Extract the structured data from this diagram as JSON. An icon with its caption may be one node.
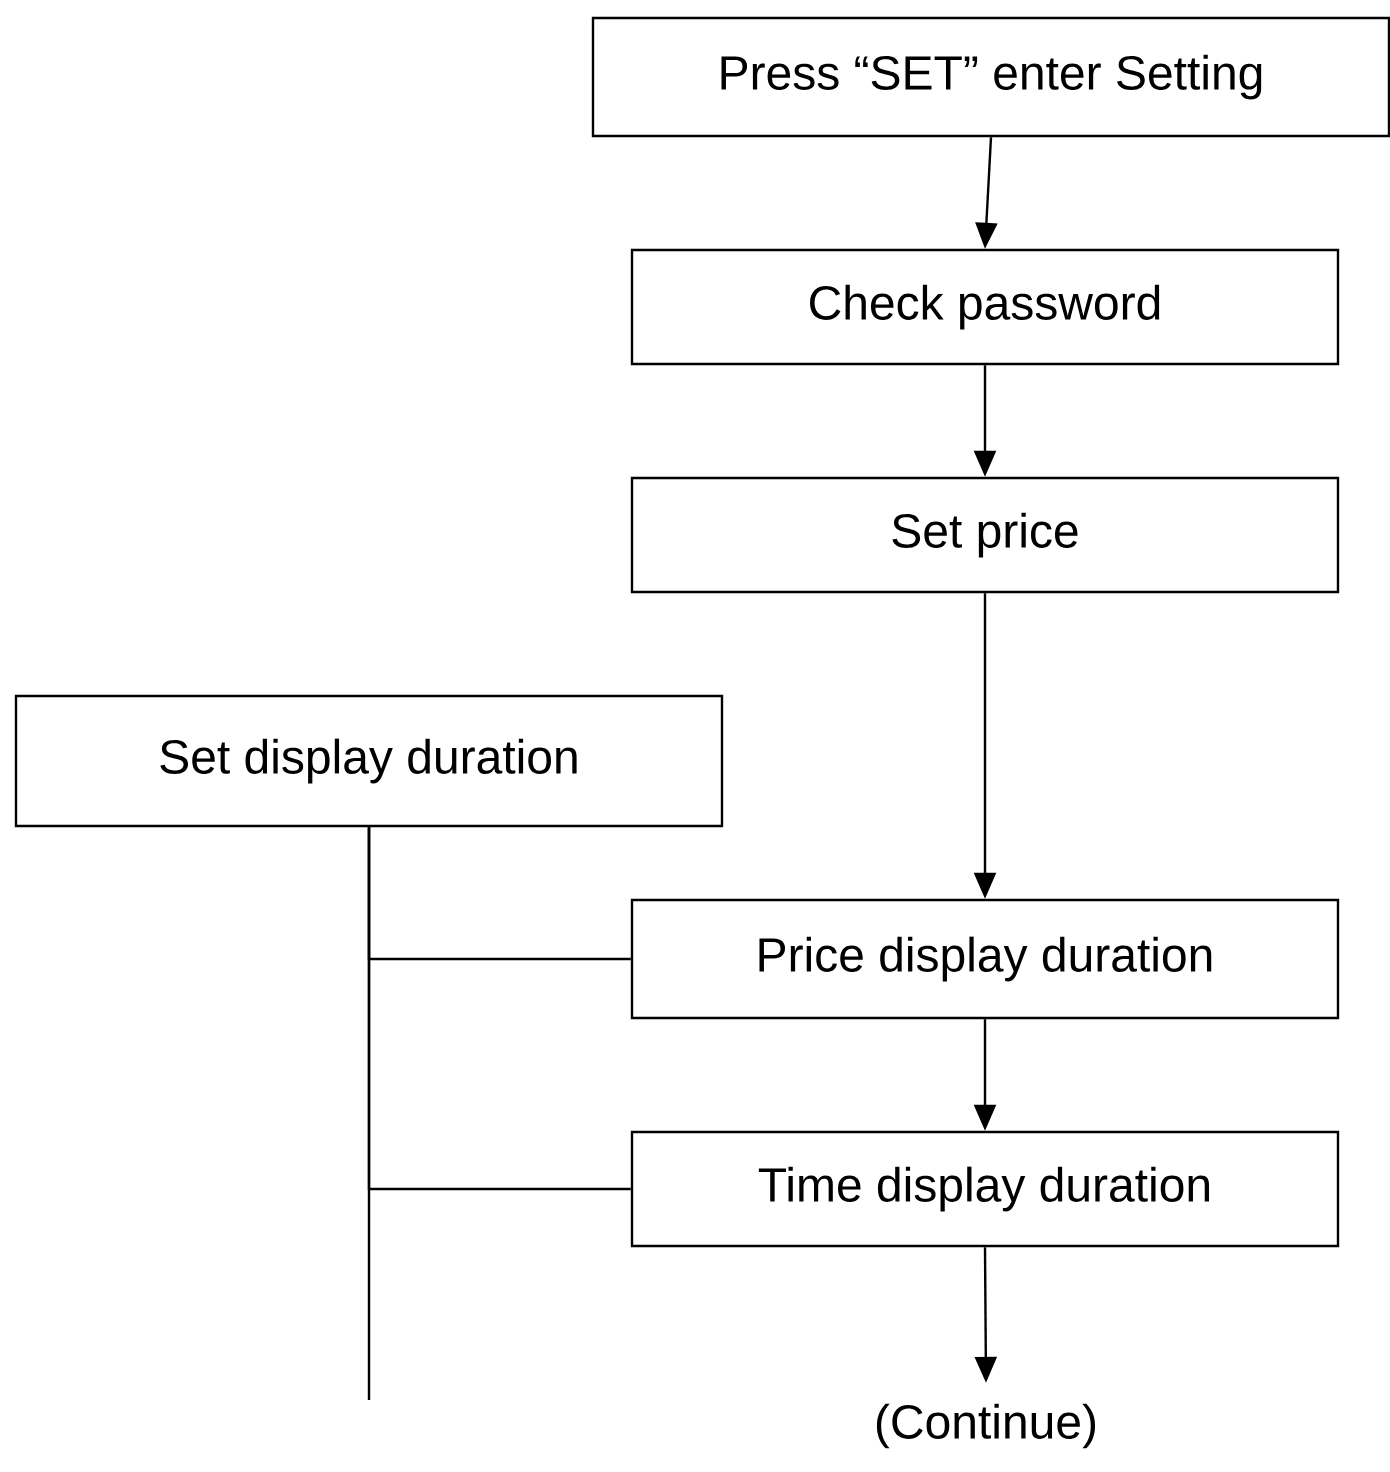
{
  "diagram": {
    "nodes": [
      {
        "text": [
          "Press “SET” enter Setting"
        ]
      },
      {
        "text": [
          "Check password"
        ]
      },
      {
        "text": [
          "Set price"
        ]
      },
      {
        "text": [
          "Set display duration"
        ]
      },
      {
        "text": [
          "Price display duration"
        ]
      },
      {
        "text": [
          "Time display duration"
        ]
      },
      {
        "text": [
          "(Continue)"
        ]
      }
    ],
    "edges": [
      {
        "from": 0,
        "to": 1,
        "arrow": "to"
      },
      {
        "from": 1,
        "to": 2,
        "arrow": "to"
      },
      {
        "from": 2,
        "to": 4,
        "arrow": "to"
      },
      {
        "from": 4,
        "to": 5,
        "arrow": "to"
      },
      {
        "from": 5,
        "to": 6,
        "arrow": "to"
      },
      {
        "from": 3,
        "to": 4,
        "arrow": "none"
      },
      {
        "from": 3,
        "to": 5,
        "arrow": "none"
      },
      {
        "from": 3,
        "to": null,
        "arrow": "none"
      }
    ]
  }
}
